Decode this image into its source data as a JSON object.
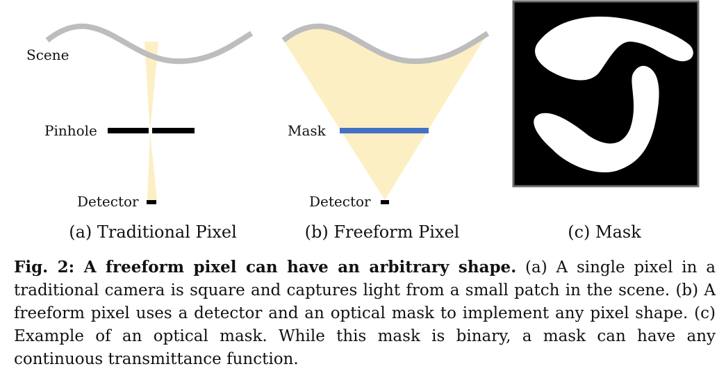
{
  "panel_a": {
    "scene_label": "Scene",
    "pinhole_label": "Pinhole",
    "detector_label": "Detector",
    "subcaption": "(a) Traditional Pixel"
  },
  "panel_b": {
    "mask_label": "Mask",
    "detector_label": "Detector",
    "subcaption": "(b) Freeform Pixel"
  },
  "panel_c": {
    "subcaption": "(c) Mask"
  },
  "caption": {
    "lead": "Fig. 2: A freeform pixel can have an arbitrary shape.",
    "body": "(a) A single pixel in a traditional camera is square and captures light from a small patch in the scene. (b) A freeform pixel uses a detector and an optical mask to implement any pixel shape. (c) Example of an optical mask. While this mask is binary, a mask can have any continuous transmittance function."
  },
  "colors": {
    "scene_curve": "#bdbdbd",
    "light_cone": "#fdefc4",
    "mask_bar": "#4472c4",
    "pinhole": "#000000",
    "mask_background": "#000000",
    "mask_border": "#6b6b6b",
    "mask_shape": "#ffffff"
  }
}
